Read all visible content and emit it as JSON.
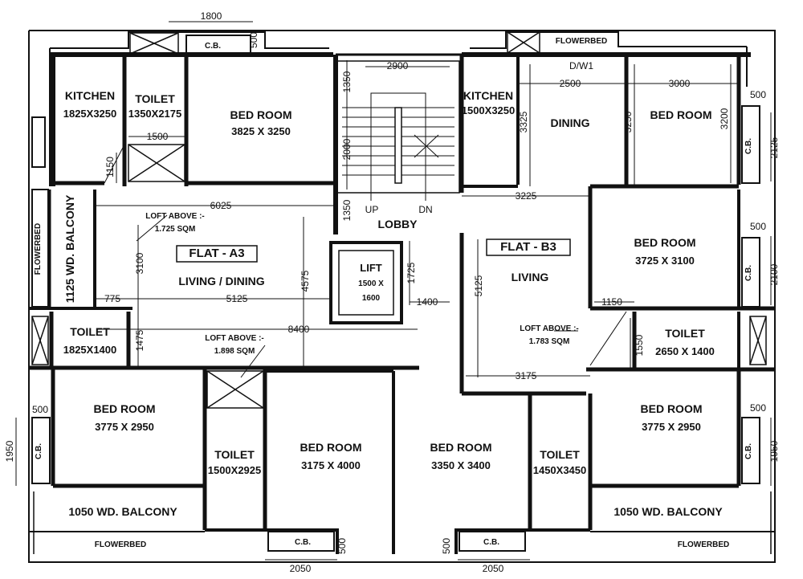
{
  "plan": {
    "flats": {
      "a3": "FLAT - A3",
      "b3": "FLAT - B3"
    },
    "rooms": {
      "kitchen_a": {
        "name": "KITCHEN",
        "size": "1825X3250"
      },
      "toilet_a_top": {
        "name": "TOILET",
        "size": "1350X2175"
      },
      "bed_a_top": {
        "name": "BED ROOM",
        "size": "3825 X 3250"
      },
      "kitchen_b": {
        "name": "KITCHEN",
        "size": "1500X3250"
      },
      "dining_b": {
        "name": "DINING"
      },
      "bed_b_top": {
        "name": "BED ROOM"
      },
      "lobby": {
        "name": "LOBBY"
      },
      "lift": {
        "name": "LIFT",
        "size_line1": "1500 X",
        "size_line2": "1600"
      },
      "living_a": {
        "name": "LIVING / DINING"
      },
      "living_b": {
        "name": "LIVING"
      },
      "bed_b_mid": {
        "name": "BED ROOM",
        "size": "3725 X 3100"
      },
      "toilet_a_mid": {
        "name": "TOILET",
        "size": "1825X1400"
      },
      "toilet_b_mid": {
        "name": "TOILET",
        "size": "2650 X 1400"
      },
      "bed_a_bottom_left": {
        "name": "BED ROOM",
        "size": "3775 X 2950"
      },
      "toilet_a_bottom": {
        "name": "TOILET",
        "size": "1500X2925"
      },
      "bed_a_bottom_mid": {
        "name": "BED ROOM",
        "size": "3175 X 4000"
      },
      "bed_b_bottom_mid": {
        "name": "BED ROOM",
        "size": "3350 X 3400"
      },
      "toilet_b_bottom": {
        "name": "TOILET",
        "size": "1450X3450"
      },
      "bed_b_bottom_right": {
        "name": "BED ROOM",
        "size": "3775 X 2950"
      }
    },
    "labels": {
      "flowerbed": "FLOWERBED",
      "balcony_wd_left": "1125 WD. BALCONY",
      "balcony_1050": "1050 WD. BALCONY",
      "cb": "C.B.",
      "dw": "D/W1",
      "up": "UP",
      "dn": "DN",
      "loft_a_line1": "LOFT ABOVE :-",
      "loft_a_line2": "1.725 SQM",
      "loft_a2_line1": "LOFT ABOVE :-",
      "loft_a2_line2": "1.898 SQM",
      "loft_b_line1": "LOFT ABOVE :-",
      "loft_b_line2": "1.783 SQM"
    },
    "dims": {
      "d1800": "1800",
      "d500": "500",
      "d2900": "2900",
      "d2500": "2500",
      "d3000": "3000",
      "d1500": "1500",
      "d1150": "1150",
      "d1350": "1350",
      "d2000": "2000",
      "d3325": "3325",
      "d3250": "3250",
      "d3200": "3200",
      "d2125": "2125",
      "d6025": "6025",
      "d3225": "3225",
      "d3100": "3100",
      "d4575": "4575",
      "d1725": "1725",
      "d5125": "5125",
      "d2100": "2100",
      "d775": "775",
      "d1400": "1400",
      "d1475": "1475",
      "d8400": "8400",
      "d1550": "1550",
      "d3175": "3175",
      "d1950": "1950",
      "d2050": "2050"
    }
  }
}
